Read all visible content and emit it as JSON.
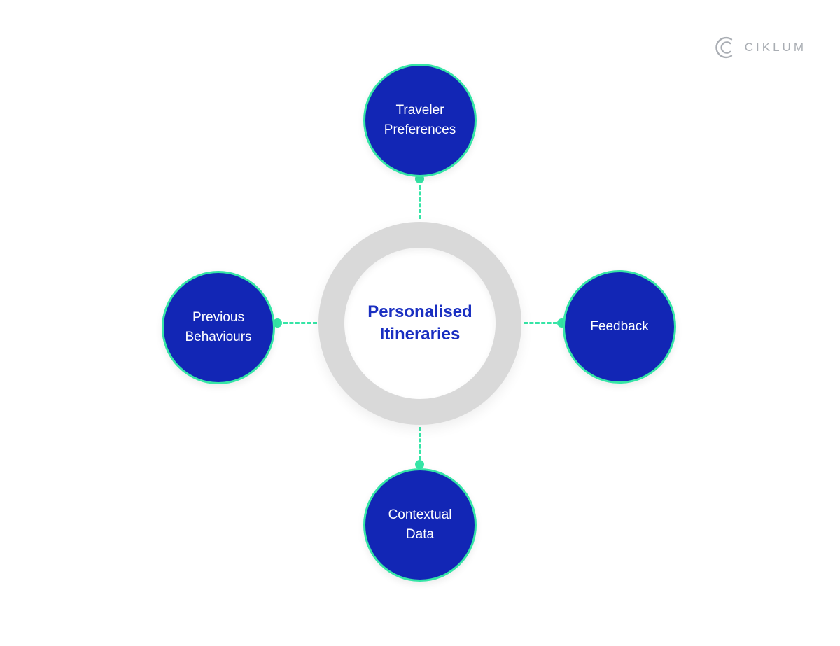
{
  "brand": {
    "logo_text": "CIKLUM"
  },
  "diagram": {
    "center": {
      "label": "Personalised Itineraries"
    },
    "nodes": [
      {
        "id": "traveler-preferences",
        "label": "Traveler Preferences",
        "position": "top"
      },
      {
        "id": "previous-behaviours",
        "label": "Previous Behaviours",
        "position": "left"
      },
      {
        "id": "feedback",
        "label": "Feedback",
        "position": "right"
      },
      {
        "id": "contextual-data",
        "label": "Contextual Data",
        "position": "bottom"
      }
    ],
    "colors": {
      "node_fill": "#1226B5",
      "node_border": "#35E5A6",
      "connector": "#35E5A6",
      "ring_gray": "#D9D9D9",
      "center_text_blue": "#1A2FC1",
      "node_text": "#FFFFFF",
      "logo_gray": "#A9ADB3"
    }
  }
}
